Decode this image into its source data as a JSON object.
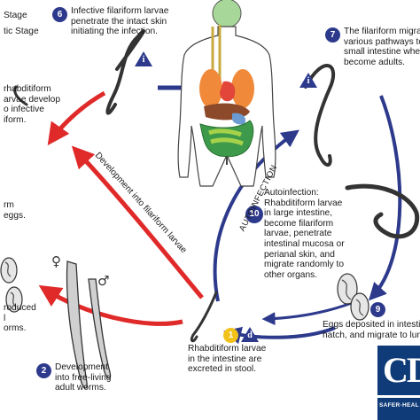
{
  "legend": {
    "line1": "Stage",
    "line2": "tic Stage"
  },
  "steps": {
    "s1": {
      "num": "1",
      "marker": "d",
      "text": "Rhabditiform larvae\nin the intestine are\nexcreted in stool."
    },
    "s2": {
      "num": "2",
      "text": "Development\ninto free-living\nadult worms."
    },
    "s3_partial": {
      "text": "roduced\nl\norms."
    },
    "s4_partial": {
      "text": "rm\neggs."
    },
    "s5_partial": {
      "text": "rhabditiform\narvae develop\no infective\niform."
    },
    "s6": {
      "num": "6",
      "marker": "i",
      "text": "Infective filariform larvae\npenetrate the intact skin\ninitiating the infection."
    },
    "s7": {
      "num": "7",
      "marker": "i",
      "text": "The filariform migrate\nvarious pathways to t\nsmall intestine where\nbecome adults."
    },
    "s9": {
      "num": "9",
      "text": "Eggs deposited in intestin\nhatch, and migrate to lum"
    },
    "s10": {
      "num": "10",
      "text": "Autoinfection:\nRhabditiform larvae\nin large intestine,\nbecome filariform\nlarvae, penetrate\nintestinal mucosa or\nperianal skin, and\nmigrate randomly to\nother organs."
    }
  },
  "path_labels": {
    "filariform": "Development into filariform larvae",
    "autoinfection": "AUTOINFECTION"
  },
  "genders": {
    "female": "♀",
    "male": "♂"
  },
  "logo": {
    "text": "CD",
    "tagline": "SAFER·HEAL"
  },
  "colors": {
    "free_living_arrow": "#e02a2a",
    "parasitic_arrow": "#2d3a8c",
    "badge": "#2d3a8c",
    "diagnostic_badge": "#f2c21b"
  }
}
